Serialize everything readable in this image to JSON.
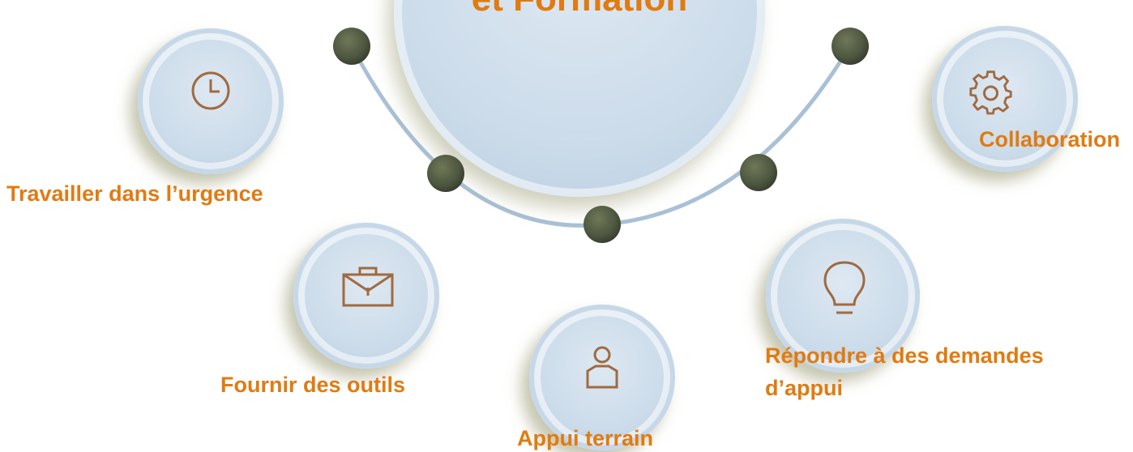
{
  "center": {
    "title_line2": "et Formation"
  },
  "nodes": [
    {
      "label": "Travailler dans l’urgence",
      "icon": "clock-icon"
    },
    {
      "label": "Fournir des outils",
      "icon": "briefcase-icon"
    },
    {
      "label": "Appui terrain",
      "icon": "person-icon"
    },
    {
      "label_line1": "Répondre à des demandes",
      "label_line2": "d’appui",
      "icon": "lightbulb-icon"
    },
    {
      "label": "Collaboration",
      "icon": "gear-icon"
    }
  ],
  "colors": {
    "label": "#e07b12",
    "icon": "#a06a40",
    "dot": "#4e5740",
    "arc": "#a9c0d6",
    "circle": "#ccdcea"
  }
}
